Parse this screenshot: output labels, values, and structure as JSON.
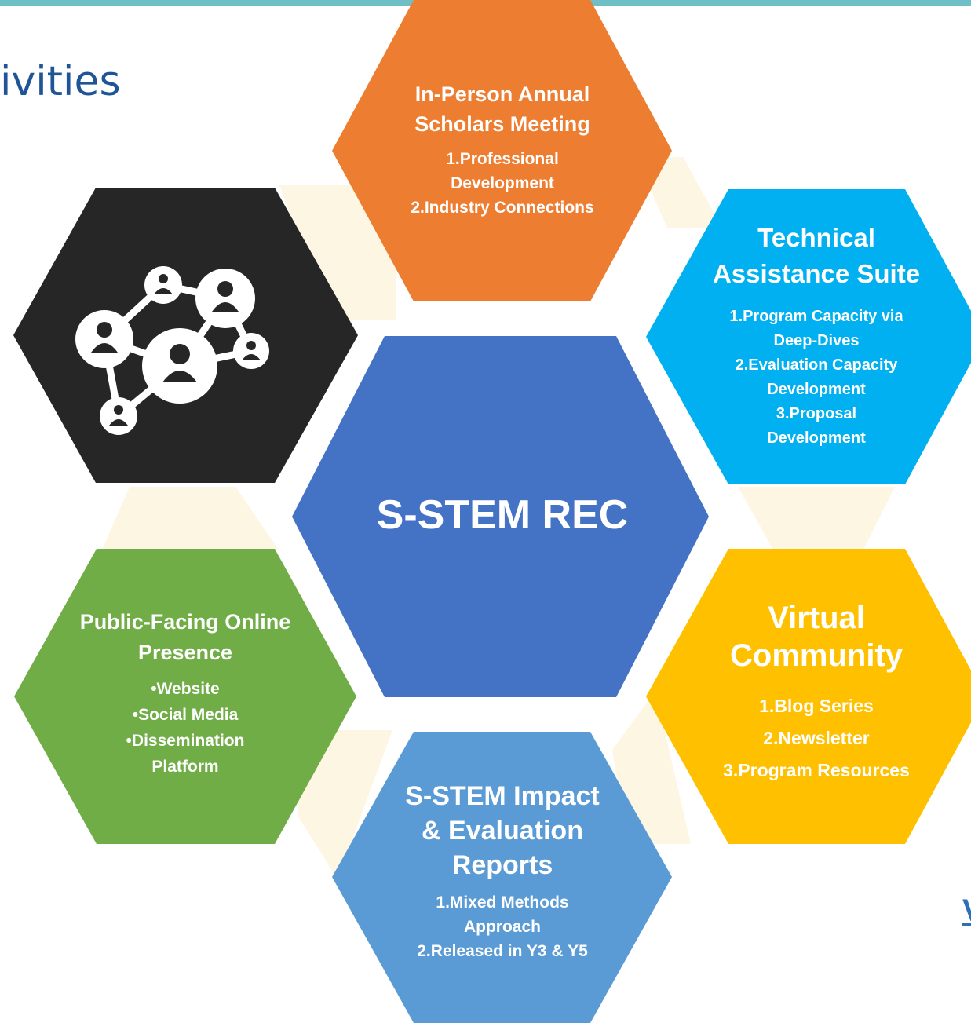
{
  "colors": {
    "top_bar": "#6fbfc6",
    "heading": "#1f5596",
    "connector": "#fdf6e3",
    "hub": "#4472c4",
    "network": "#262626"
  },
  "heading": "ivities",
  "edge_letter": "V",
  "hub": {
    "title": "S-STEM REC",
    "color": "#4472c4"
  },
  "network": {
    "icon": "people-network-icon",
    "color": "#262626"
  },
  "activities": [
    {
      "id": "scholars-meeting",
      "title": "In-Person Annual Scholars Meeting",
      "color": "#ed7d31",
      "items": [
        "1.Professional Development",
        "2.Industry Connections"
      ]
    },
    {
      "id": "technical-assistance",
      "title": "Technical Assistance Suite",
      "color": "#00b0f0",
      "items": [
        "1.Program Capacity via Deep-Dives",
        "2.Evaluation Capacity Development",
        "3.Proposal Development"
      ]
    },
    {
      "id": "virtual-community",
      "title": "Virtual Community",
      "color": "#ffc000",
      "items": [
        "1.Blog Series",
        "2.Newsletter",
        "3.Program Resources"
      ]
    },
    {
      "id": "impact-reports",
      "title": "S-STEM Impact & Evaluation Reports",
      "color": "#5b9bd5",
      "items": [
        "1.Mixed Methods Approach",
        "2.Released in Y3 & Y5"
      ]
    },
    {
      "id": "online-presence",
      "title": "Public-Facing Online Presence",
      "color": "#70ad47",
      "items": [
        "•Website",
        "•Social Media",
        "•Dissemination Platform"
      ]
    }
  ]
}
